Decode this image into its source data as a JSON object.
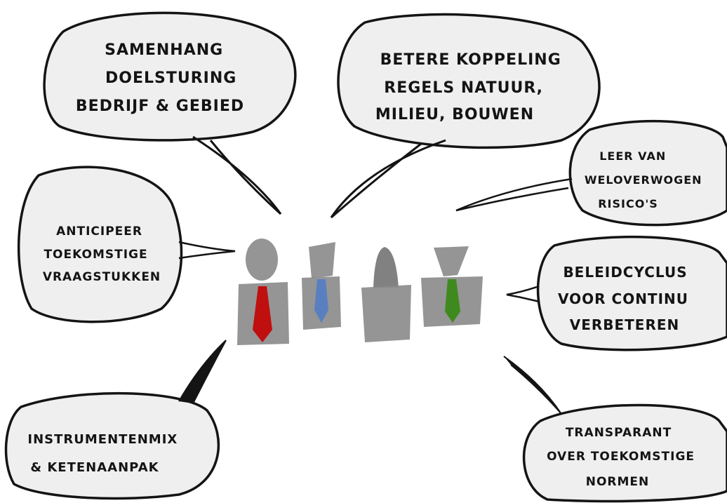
{
  "bubbles": [
    {
      "id": "samenhang",
      "lines": [
        "SAMENHANG",
        "DOELSTURING",
        "BEDRIJF & GEBIED"
      ]
    },
    {
      "id": "koppeling",
      "lines": [
        "BETERE KOPPELING",
        "REGELS NATUUR,",
        "MILIEU, BOUWEN"
      ]
    },
    {
      "id": "leer",
      "lines": [
        "LEER VAN",
        "WELOVERWOGEN",
        "RISICO'S"
      ]
    },
    {
      "id": "anticipeer",
      "lines": [
        "ANTICIPEER",
        "TOEKOMSTIGE",
        "VRAAGSTUKKEN"
      ]
    },
    {
      "id": "beleidcyclus",
      "lines": [
        "BELEIDCYCLUS",
        "VOOR CONTINU",
        "VERBETEREN"
      ]
    },
    {
      "id": "instrumenten",
      "lines": [
        "INSTRUMENTENMIX",
        "& KETENAANPAK"
      ]
    },
    {
      "id": "transparant",
      "lines": [
        "TRANSPARANT",
        "OVER TOEKOMSTIGE",
        "NORMEN"
      ]
    }
  ],
  "colors": {
    "bubble_fill": "#efefef",
    "outline": "#141414",
    "figure": "#8a8a8a",
    "tie_red": "#c00f0f",
    "tie_blue": "#5a7fc0",
    "tie_green": "#3f8a1e"
  }
}
